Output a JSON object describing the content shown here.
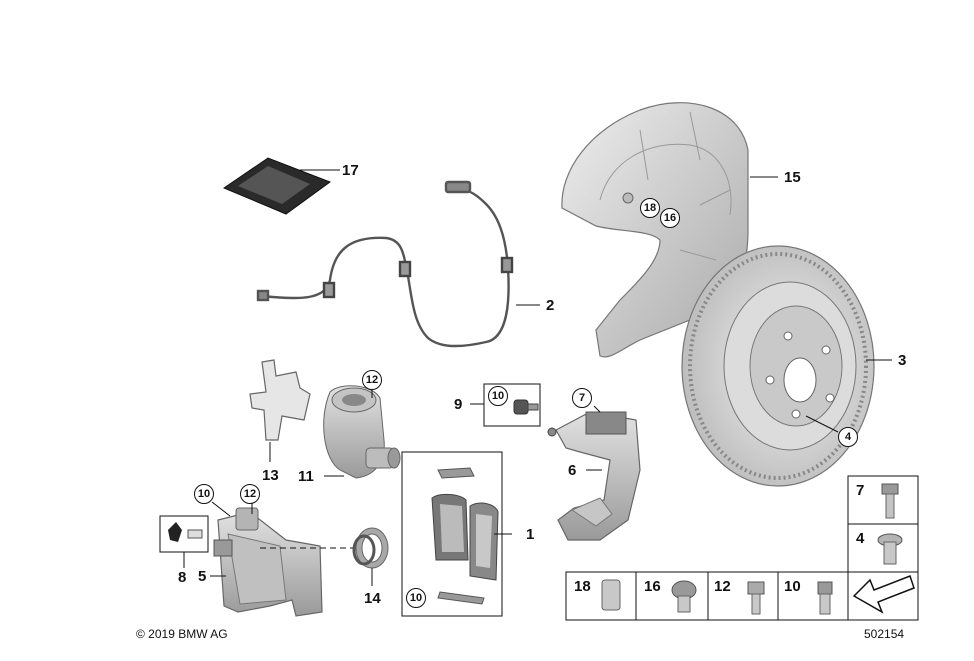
{
  "callouts": {
    "c1": "1",
    "c2": "2",
    "c3": "3",
    "c4": "4",
    "c5": "5",
    "c6": "6",
    "c7": "7",
    "c8": "8",
    "c9": "9",
    "c10a": "10",
    "c10b": "10",
    "c10c": "10",
    "c11": "11",
    "c12a": "12",
    "c12b": "12",
    "c13": "13",
    "c14": "14",
    "c15": "15",
    "c16": "16",
    "c17": "17",
    "c18": "18"
  },
  "legend": {
    "right": [
      "7",
      "4"
    ],
    "bottom": [
      "18",
      "16",
      "12",
      "10"
    ]
  },
  "footer": {
    "copyright": "© 2019 BMW AG",
    "diagram_number": "502154"
  },
  "colors": {
    "part_fill": "#d4d4d4",
    "part_dark": "#6e6e6e",
    "line": "#1a1a1a",
    "background": "#ffffff"
  }
}
